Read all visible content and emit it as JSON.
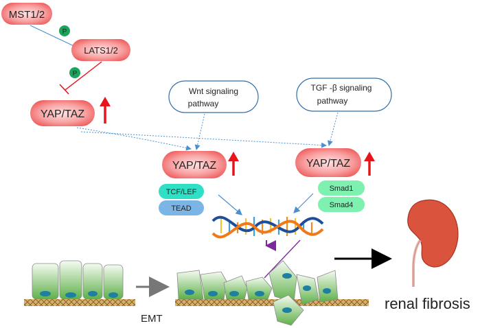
{
  "nodes": {
    "mst": "MST1/2",
    "lats": "LATS1/2",
    "phospho1": "P",
    "phospho2": "P",
    "yap_top": "YAP/TAZ",
    "yap_mid": "YAP/TAZ",
    "yap_right": "YAP/TAZ",
    "wnt_line1": "Wnt  signaling",
    "wnt_line2": "pathway",
    "tgf_line1": "TGF -β  signaling",
    "tgf_line2": "pathway",
    "tcf": "TCF/LEF",
    "tead": "TEAD",
    "smad1": "Smad1",
    "smad4": "Smad4"
  },
  "labels": {
    "emt": "EMT",
    "renal_fibrosis": "renal fibrosis"
  },
  "colors": {
    "pill_red": "#f06a6a",
    "pill_red_light": "#ffd6d6",
    "arrow_up": "#e8141c",
    "inhibit_line": "#e8141c",
    "flow_blue": "#4a90d0",
    "phospho_green": "#1aa55a",
    "tcf_cyan": "#2fe0c4",
    "tead_blue": "#7ab5e6",
    "smad_green": "#7ef0b0",
    "dna_purple": "#7b2a9a",
    "cell_green": "#7ec86a",
    "nucleus": "#1e7fa0",
    "kidney": "#d9533d"
  },
  "icons": [
    "up-arrow-icon",
    "dna-helix-icon",
    "kidney-icon",
    "epithelial-cells-icon",
    "mesenchymal-cells-icon"
  ]
}
